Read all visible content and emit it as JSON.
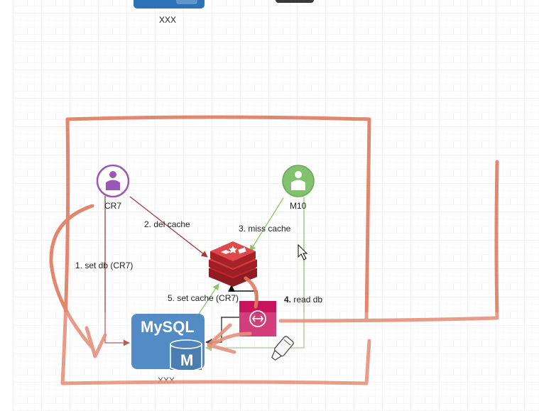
{
  "nodes": {
    "top_db_label": "XXX",
    "user_cr7": "CR7",
    "user_m10": "M10",
    "mysql_text": "MySQL",
    "mysql_badge": "M",
    "mysql_label": "XXX"
  },
  "edges": {
    "set_db": "1. set db (CR7)",
    "del_cache": "2. del cache",
    "miss_cache": "3. miss cache",
    "read_db_num": "4.",
    "read_db": "read db",
    "set_cache": "5. set cache (CR7)"
  },
  "icons": {
    "user_cr7": "user-icon",
    "user_m10": "user-icon",
    "redis": "redis-cache-icon",
    "queue": "message-queue-icon",
    "mysql": "mysql-database-icon",
    "cursor": "mouse-pointer-icon",
    "highlighter": "highlighter-pen-icon"
  },
  "colors": {
    "purple_user": "#9b59b6",
    "green_user": "#82c26e",
    "red_arrow": "#a33a3a",
    "green_arrow": "#8cc46e",
    "mysql_blue": "#2e73b8",
    "redis_red": "#c1272d",
    "queue_pink": "#c7145c",
    "annotation_orange": "#e07a5f",
    "grid": "#e6e6e6"
  }
}
